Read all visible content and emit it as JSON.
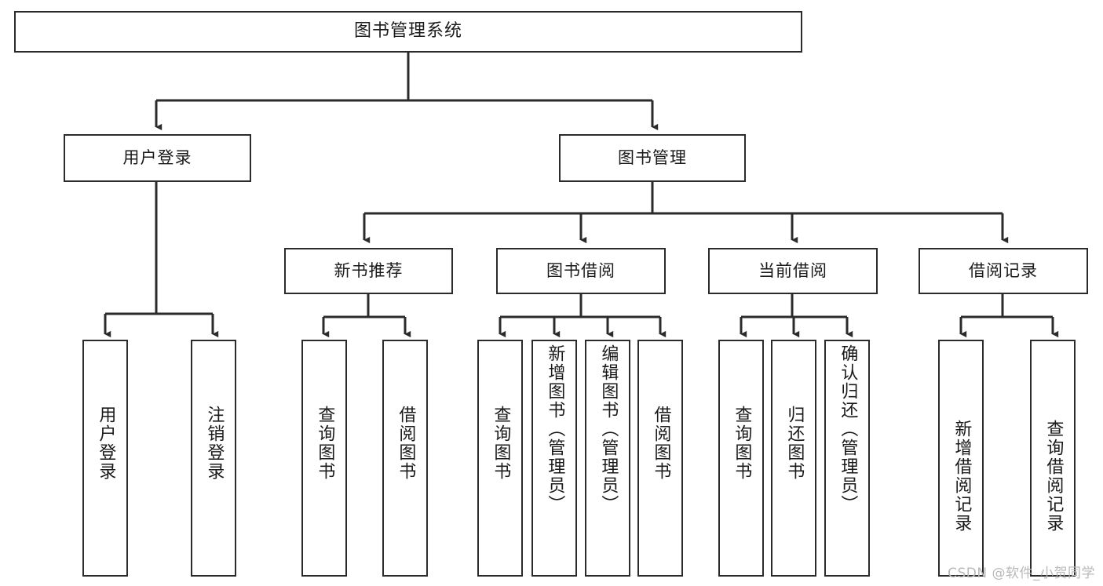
{
  "diagram": {
    "type": "tree",
    "title": "图书管理系统",
    "orientation": "top-down",
    "colors": {
      "background": "#ffffff",
      "stroke": "#2b2b2b",
      "text": "#1a1a1a",
      "watermark": "#b9b9b9"
    },
    "root": {
      "label": "图书管理系统"
    },
    "level2": [
      {
        "label": "用户登录"
      },
      {
        "label": "图书管理"
      }
    ],
    "level3": [
      {
        "label": "新书推荐"
      },
      {
        "label": "图书借阅"
      },
      {
        "label": "当前借阅"
      },
      {
        "label": "借阅记录"
      }
    ],
    "leaves": {
      "user_login": [
        {
          "label": "用户登录"
        },
        {
          "label": "注销登录"
        }
      ],
      "new_book_recommend": [
        {
          "label": "查询图书"
        },
        {
          "label": "借阅图书"
        }
      ],
      "book_borrow": [
        {
          "label": "查询图书"
        },
        {
          "label": "新增图书（管理员）"
        },
        {
          "label": "编辑图书（管理员）"
        },
        {
          "label": "借阅图书"
        }
      ],
      "current_borrow": [
        {
          "label": "查询图书"
        },
        {
          "label": "归还图书"
        },
        {
          "label": "确认归还（管理员）"
        }
      ],
      "borrow_record": [
        {
          "label": "新增借阅记录"
        },
        {
          "label": "查询借阅记录"
        }
      ]
    }
  },
  "watermark": {
    "text": "CSDN @软件_小贺同学"
  }
}
